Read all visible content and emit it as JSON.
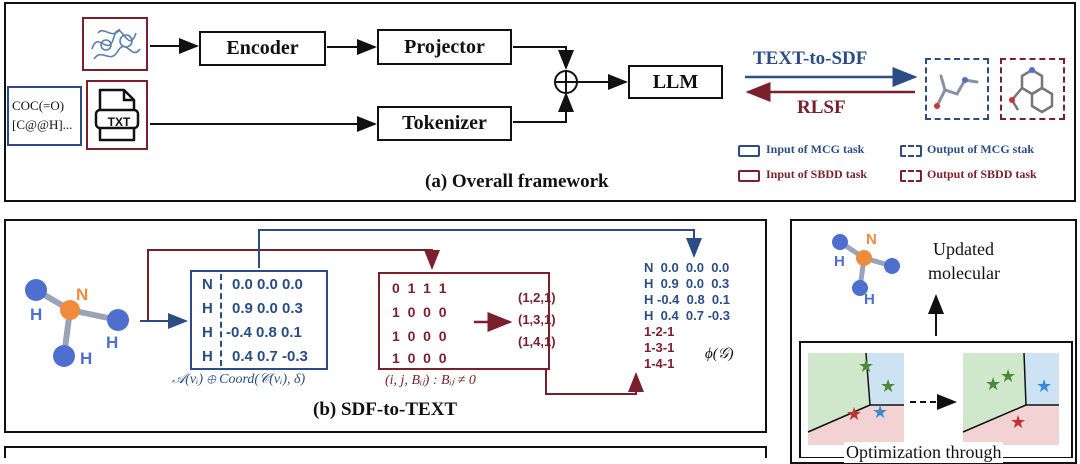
{
  "panel_a": {
    "caption": "(a) Overall framework",
    "encoder_label": "Encoder",
    "projector_label": "Projector",
    "tokenizer_label": "Tokenizer",
    "llm_label": "LLM",
    "smiles_line1": "COC(=O)",
    "smiles_line2": "[C@@H]...",
    "txt_icon_label": "TXT",
    "text_to_sdf_label": "TEXT-to-SDF",
    "rlsf_label": "RLSF",
    "legend": {
      "input_mcg": "Input of MCG task",
      "output_mcg": "Output of MCG stak",
      "input_sbdd": "Input of SBDD task",
      "output_sbdd": "Output of SBDD task"
    }
  },
  "panel_b": {
    "caption": "(b) SDF-to-TEXT",
    "atoms": [
      "N",
      "H",
      "H",
      "H"
    ],
    "coords": [
      "0.0 0.0 0.0",
      "0.9 0.0 0.3",
      "-0.4 0.8 0.1",
      "0.4 0.7 -0.3"
    ],
    "atom_formula": "𝒜(vᵢ) ⊕ Coord(𝒞(vᵢ), δ)",
    "adjacency": [
      "0  1  1  1",
      "1  0  0  0",
      "1  0  0  0",
      "1  0  0  0"
    ],
    "bonds": [
      "(1,2,1)",
      "(1,3,1)",
      "(1,4,1)"
    ],
    "bond_formula": "(i, j, Bᵢⱼ) : Bᵢⱼ ≠ 0",
    "output_lines": [
      "N  0.0  0.0  0.0",
      "H  0.9  0.0  0.3",
      "H -0.4  0.8  0.1",
      "H  0.4  0.7 -0.3",
      "1-2-1",
      "1-3-1",
      "1-4-1"
    ],
    "phi_label": "ϕ(𝒢)"
  },
  "panel_c": {
    "updated_line1": "Updated",
    "updated_line2": "molecular",
    "optimization_label": "Optimization through"
  },
  "colors": {
    "blue": "#2b4d86",
    "red": "#7a1f2b",
    "atom_blue": "#4f6fd0",
    "atom_orange": "#f08a3c",
    "green_region": "#cfe8cc",
    "blue_region": "#cde3f3",
    "red_region": "#f3d2d4"
  }
}
